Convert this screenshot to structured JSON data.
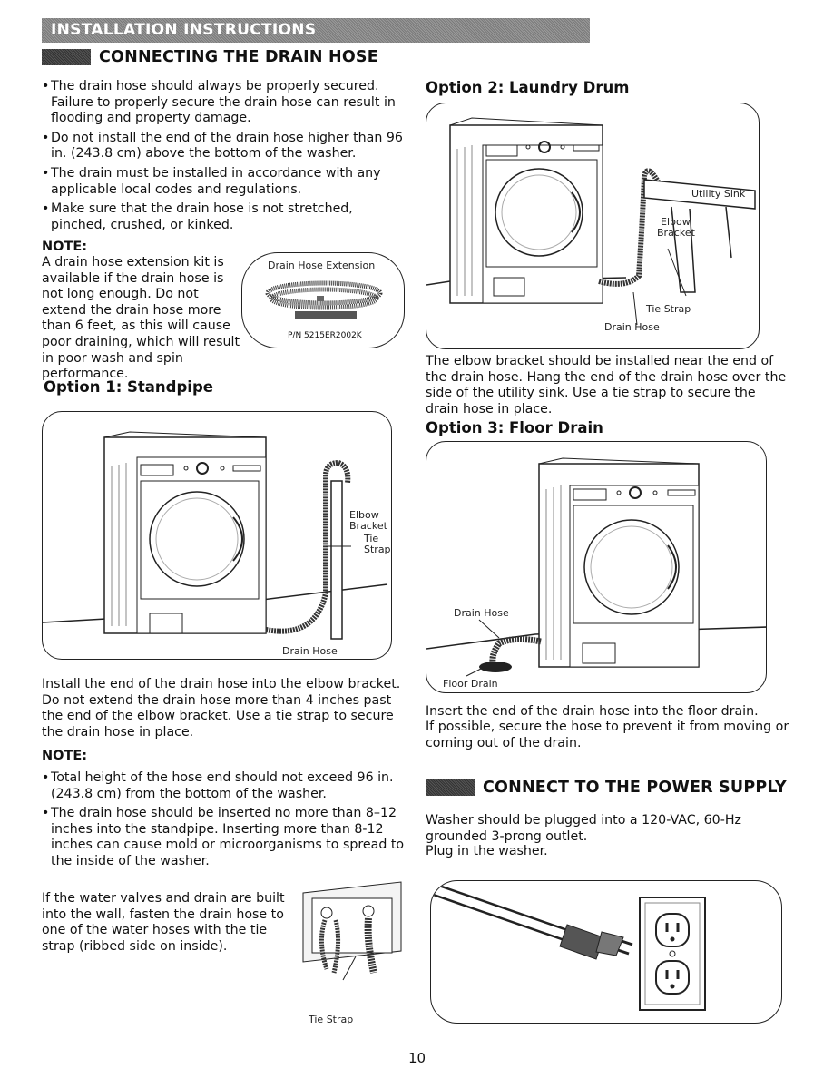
{
  "banner": "INSTALLATION INSTRUCTIONS",
  "drain_section": {
    "title": "CONNECTING THE DRAIN HOSE",
    "bullets": [
      "The drain hose should always be properly secured. Failure to properly secure the drain hose can result in flooding and property damage.",
      "Do not install the end of the drain hose higher than 96 in. (243.8 cm) above the bottom of the washer.",
      "The drain must be installed in accordance with any applicable local codes and regulations.",
      "Make sure that the drain hose is not stretched, pinched, crushed, or kinked."
    ],
    "note_heading": "NOTE:",
    "note_text": "A drain hose extension kit is available if the drain hose is not long enough. Do not extend the drain hose more than 6 feet, as this will cause poor draining, which will result in poor wash and spin performance.",
    "extension_label": "Drain Hose Extension",
    "extension_part": "P/N 5215ER2002K"
  },
  "option1": {
    "title": "Option 1: Standpipe",
    "labels": {
      "elbow": "Elbow",
      "bracket": "Bracket",
      "tie": "Tie",
      "strap": "Strap",
      "drain_hose": "Drain Hose"
    },
    "text": "Install the end of the drain hose into the elbow bracket. Do not extend the drain hose more than 4 inches past the end of the elbow bracket. Use a tie strap to secure the drain hose in place.",
    "note_heading": "NOTE:",
    "bullets": [
      "Total height of the hose end should not exceed 96 in. (243.8 cm) from the bottom of the washer.",
      "The drain hose should be inserted no more than 8–12 inches into the standpipe. Inserting more than 8-12 inches can cause mold or microorganisms to spread to the inside of the washer."
    ],
    "wall_text": "If the water valves and drain are built into the wall, fasten the drain hose to one of the water hoses with the tie strap (ribbed side on inside).",
    "tie_strap_label": "Tie Strap"
  },
  "option2": {
    "title": "Option 2: Laundry Drum",
    "labels": {
      "sink": "Utility Sink",
      "elbow": "Elbow",
      "bracket": "Bracket",
      "tie": "Tie Strap",
      "drain_hose": "Drain Hose"
    },
    "text": "The elbow bracket should be installed near the end of the drain hose. Hang the end of the drain hose over the side of the utility sink. Use a tie strap to secure the drain hose in place."
  },
  "option3": {
    "title": "Option 3: Floor Drain",
    "labels": {
      "drain_hose": "Drain Hose",
      "floor_drain": "Floor Drain"
    },
    "text1": "Insert the end of the drain hose into the floor drain.",
    "text2": "If possible, secure the hose to prevent it from moving or coming out of the drain."
  },
  "power_section": {
    "title": "CONNECT TO THE POWER SUPPLY",
    "text1": "Washer should be plugged into a 120-VAC, 60-Hz grounded 3-prong outlet.",
    "text2": "Plug in the washer."
  },
  "page_number": "10"
}
